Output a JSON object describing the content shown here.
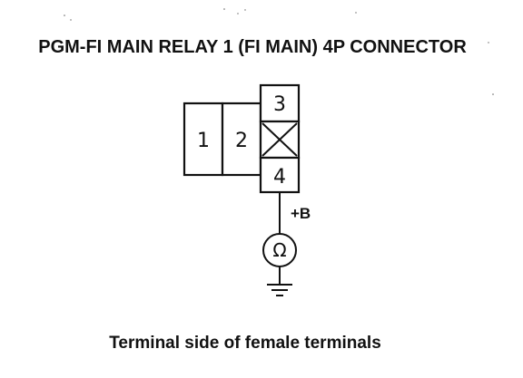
{
  "title": "PGM-FI MAIN RELAY 1 (FI MAIN) 4P CONNECTOR",
  "connector": {
    "terminals": [
      {
        "id": "pin-1",
        "label": "1"
      },
      {
        "id": "pin-2",
        "label": "2"
      },
      {
        "id": "pin-3",
        "label": "3"
      },
      {
        "id": "pin-4",
        "label": "4"
      }
    ],
    "unused_cavity": "crossed-box"
  },
  "probe": {
    "supply_label": "+B",
    "meter_symbol": "Ω",
    "meter_icon": "ohmmeter-icon",
    "ground_icon": "ground-icon"
  },
  "caption": "Terminal side of female terminals"
}
